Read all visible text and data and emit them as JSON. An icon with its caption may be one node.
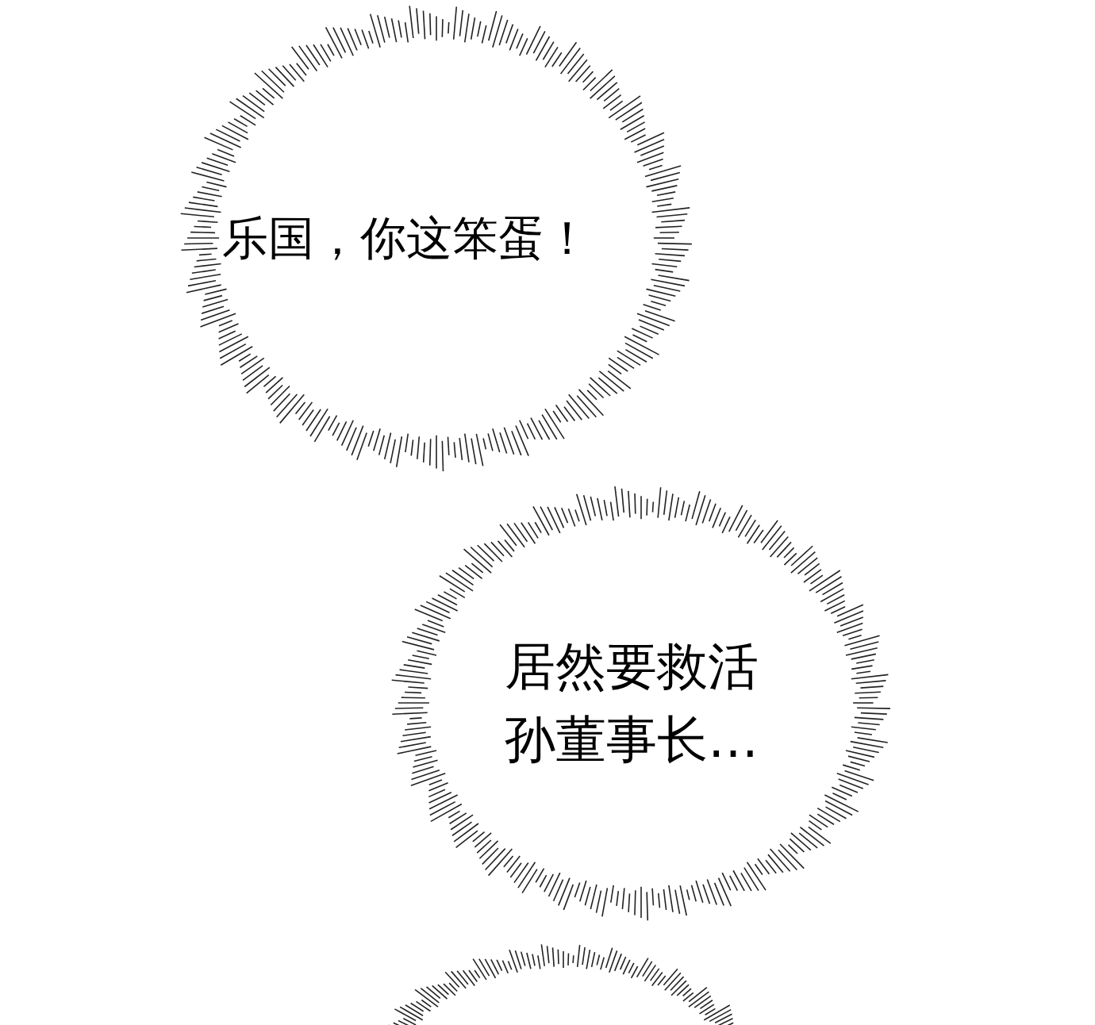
{
  "diagram": {
    "nodes": [
      {
        "text": [
          "乐国，你这笨蛋！"
        ]
      },
      {
        "text": [
          "居然要救活孙董事长…"
        ]
      },
      {
        "text": [],
        "shape": "burst"
      }
    ]
  }
}
